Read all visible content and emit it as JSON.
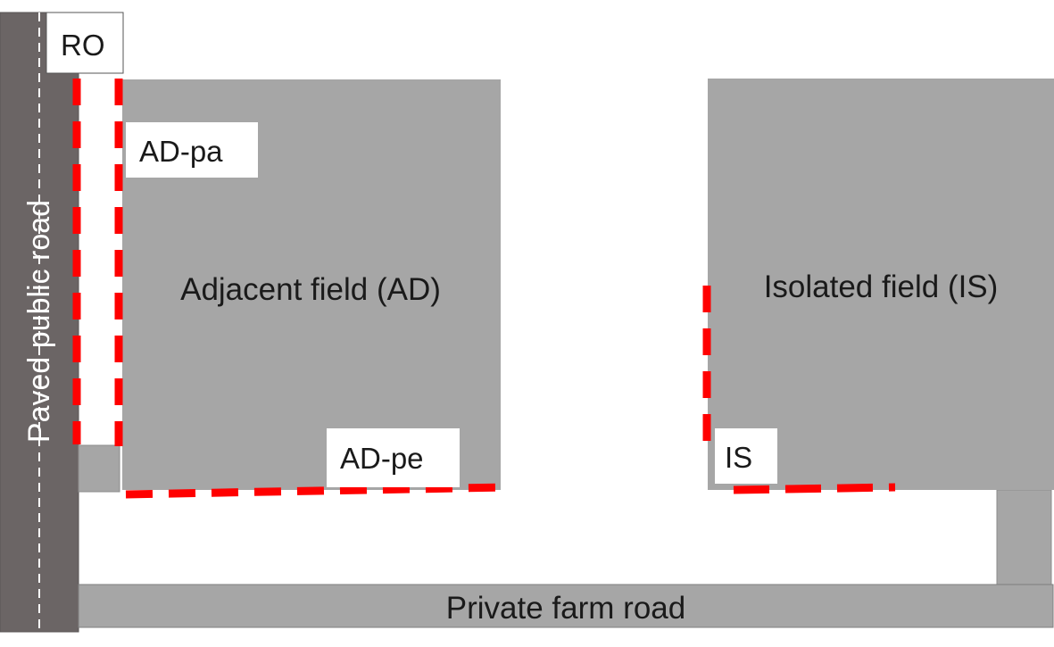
{
  "diagram": {
    "labels": {
      "public_road": "Paved public road",
      "road_side": "RO",
      "adjacent_field": "Adjacent field (AD)",
      "adjacent_parallel": "AD-pa",
      "adjacent_perpendicular": "AD-pe",
      "isolated_field": "Isolated field (IS)",
      "isolated_edge": "IS",
      "farm_road": "Private farm road"
    },
    "colors": {
      "public_road": "#6b6565",
      "field": "#a6a6a6",
      "farm_road": "#a6a6a6",
      "sampling_edge": "#ff0000",
      "label_box": "#ffffff",
      "text": "#1a1a1a"
    }
  }
}
